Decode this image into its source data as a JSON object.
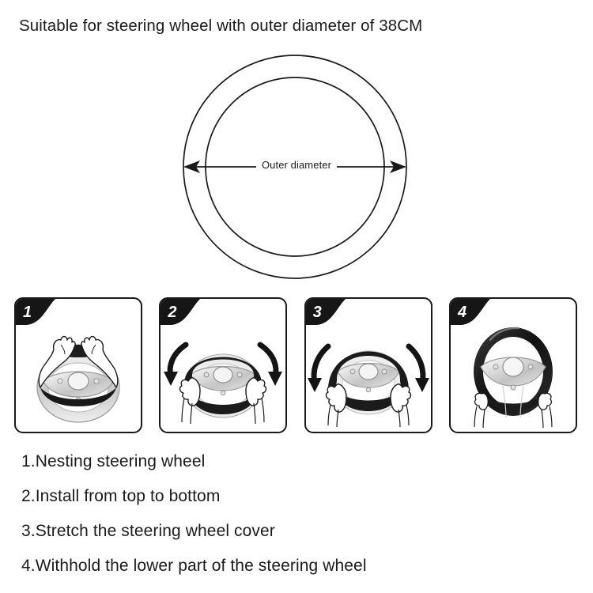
{
  "page": {
    "background_color": "#ffffff",
    "text_color": "#1b1b1b",
    "title": "Suitable for steering wheel with outer diameter of 38CM"
  },
  "diagram": {
    "name": "steering-wheel-outer-diameter-diagram",
    "label": "Outer diameter",
    "arrow": {
      "style": "double-headed",
      "direction": "horizontal",
      "left_arrow": "left-arrowhead",
      "right_arrow": "right-arrowhead"
    },
    "shapes": [
      {
        "name": "outer-circle",
        "type": "circle",
        "stroke": "#1a1a1a",
        "fill": "none"
      },
      {
        "name": "inner-circle",
        "type": "circle",
        "stroke": "#1a1a1a",
        "fill": "none"
      }
    ]
  },
  "steps": [
    {
      "number": "1",
      "name": "step-panel-1",
      "illustration": "hands-placing-cover-on-top-of-steering-wheel",
      "arrows": []
    },
    {
      "number": "2",
      "name": "step-panel-2",
      "illustration": "hands-pulling-cover-down-over-steering-wheel",
      "arrows": [
        "curved-arrow-down-left",
        "curved-arrow-down-right"
      ]
    },
    {
      "number": "3",
      "name": "step-panel-3",
      "illustration": "hands-stretching-cover-down-both-sides",
      "arrows": [
        "curved-arrow-down-left",
        "curved-arrow-down-right"
      ]
    },
    {
      "number": "4",
      "name": "step-panel-4",
      "illustration": "hands-holding-lower-part-of-installed-cover",
      "arrows": []
    }
  ],
  "instructions": [
    "1.Nesting steering wheel",
    "2.Install from top to bottom",
    "3.Stretch the steering wheel cover",
    "4.Withhold the lower part of the steering wheel"
  ]
}
